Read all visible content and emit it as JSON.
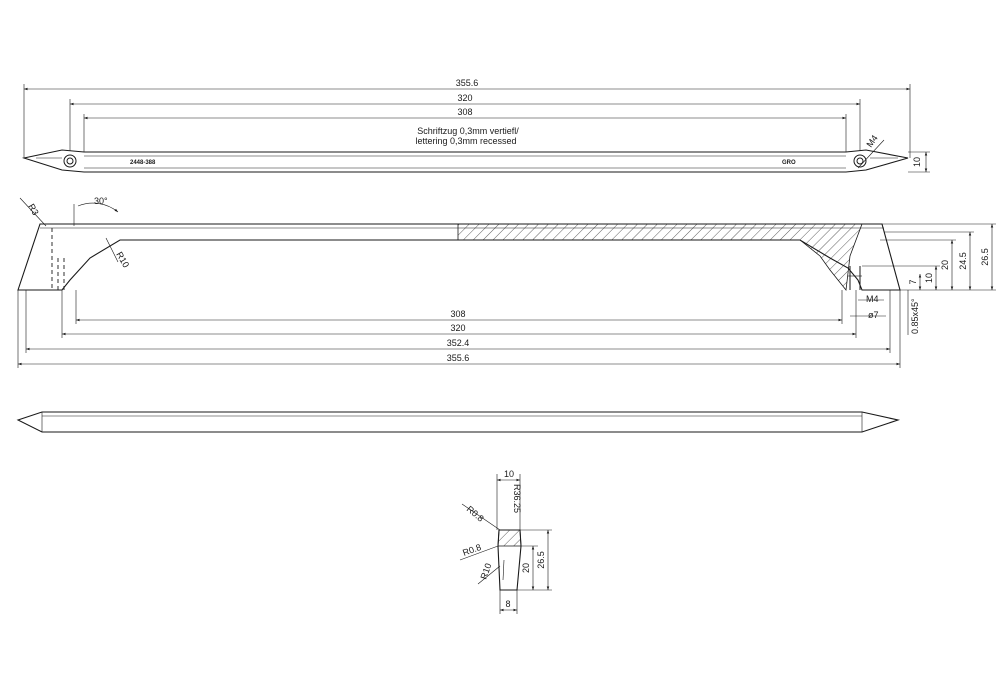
{
  "top_view": {
    "dims": {
      "overall": "355.6",
      "holes": "320",
      "inner": "308",
      "height": "10",
      "thread": "M4"
    },
    "note_de": "Schriftzug 0,3mm vertiefl/",
    "note_en": "lettering 0,3mm recessed",
    "part_number": "2448-388",
    "brand": "GRO"
  },
  "side_view": {
    "angle": "30°",
    "radius_end": "R3",
    "radius_inner": "R10",
    "dims_bottom": {
      "inner": "308",
      "holes": "320",
      "mid": "352.4",
      "overall": "355.6"
    },
    "dims_right": {
      "h1": "26.5",
      "h2": "24.5",
      "h3": "20",
      "h4": "10",
      "h5": "7"
    },
    "thread": "M4",
    "bore": "ø7",
    "chamfer": "0.85x45°"
  },
  "section_view": {
    "width_top": "10",
    "radius_large": "R36.25",
    "radius_small_a": "R0.8",
    "radius_small_b": "R0.8",
    "radius_side": "R10",
    "height_total": "26.5",
    "height_grip": "20",
    "width_bottom": "8"
  }
}
